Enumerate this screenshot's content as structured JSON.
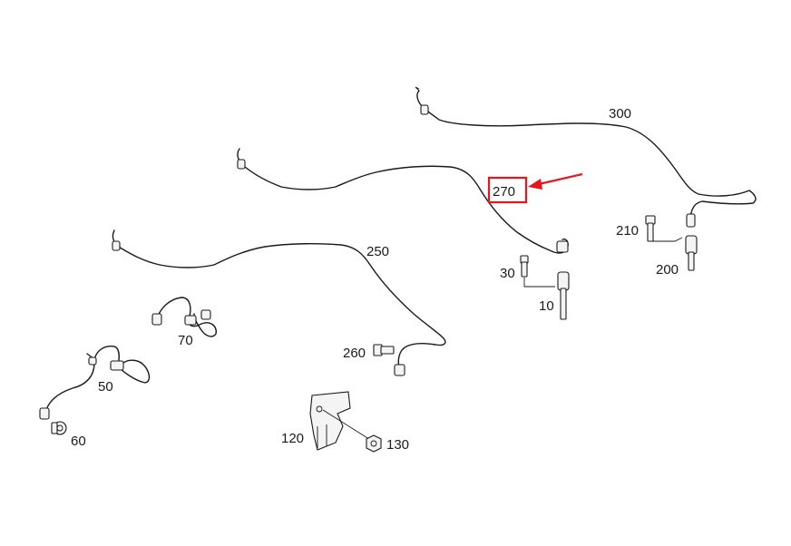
{
  "labels": {
    "p300": "300",
    "p270": "270",
    "p250": "250",
    "p210": "210",
    "p200": "200",
    "p30": "30",
    "p10": "10",
    "p70": "70",
    "p50": "50",
    "p60": "60",
    "p260": "260",
    "p120": "120",
    "p130": "130"
  },
  "highlight": {
    "part": "270",
    "color": "#e8161c"
  },
  "icons": {
    "sensor": "wheel-speed-sensor-icon",
    "bolt": "bolt-icon",
    "nut": "nut-icon",
    "bracket": "bracket-icon"
  }
}
